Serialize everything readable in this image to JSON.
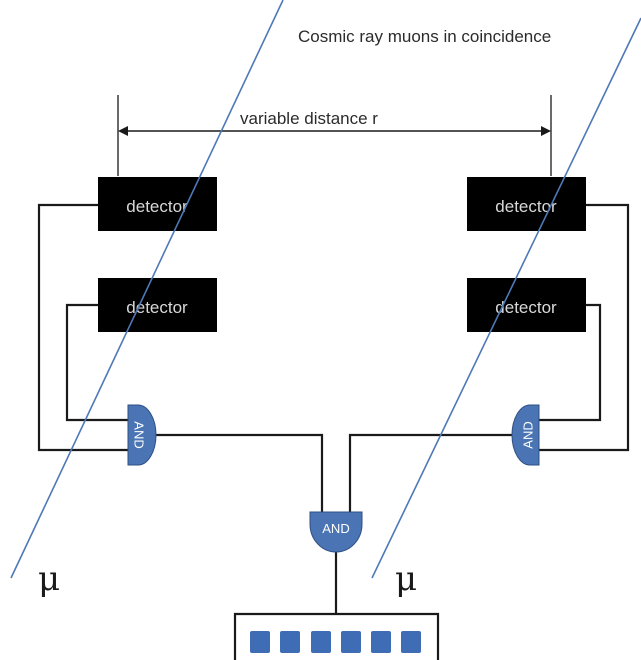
{
  "diagram": {
    "title": "Cosmic ray muons in coincidence",
    "distance_label": "variable distance r",
    "detectors": [
      {
        "label": "detector"
      },
      {
        "label": "detector"
      },
      {
        "label": "detector"
      },
      {
        "label": "detector"
      }
    ],
    "gates": {
      "left": "AND",
      "right": "AND",
      "center": "AND"
    },
    "muon_symbols": [
      "μ",
      "μ"
    ],
    "colors": {
      "wire": "#1a1a1a",
      "detector_fill": "#000000",
      "gate_fill": "#4a74b3",
      "muon_track": "#4f78b8",
      "counter_cell": "#3f6db5"
    }
  }
}
